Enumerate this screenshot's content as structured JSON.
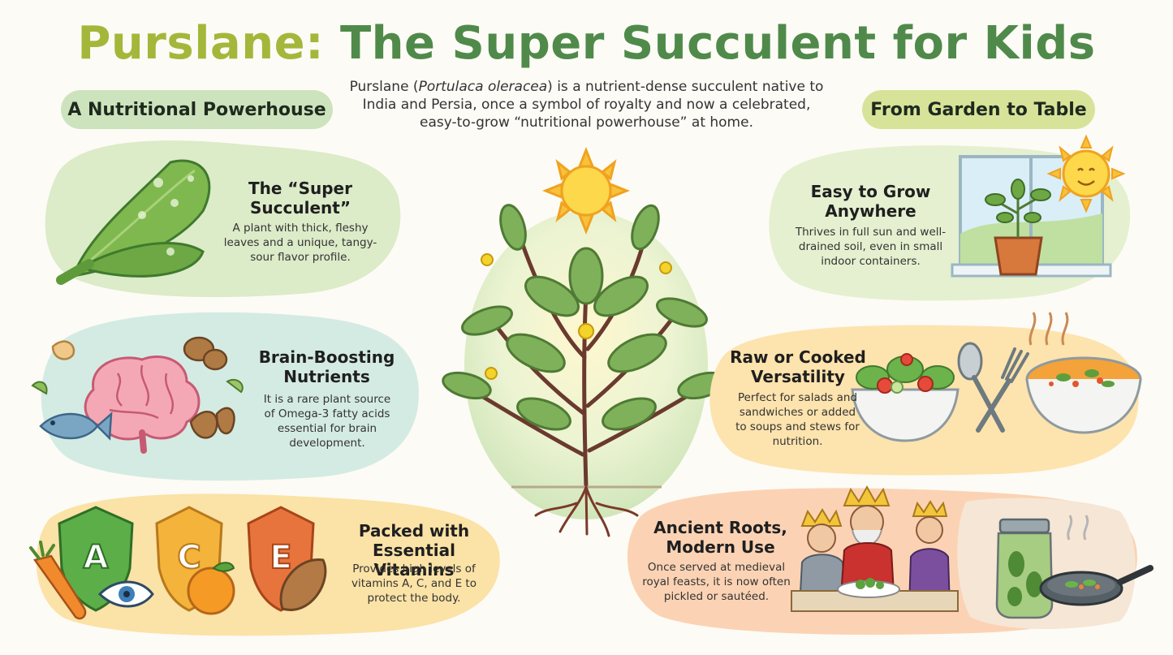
{
  "header": {
    "title_part1": "Purslane:",
    "title_part2": "The Super Succulent for Kids",
    "intro_before": "Purslane (",
    "intro_scientific": "Portulaca oleracea",
    "intro_after": ") is a nutrient-dense succulent native to India and Persia, once a symbol of royalty and now a celebrated, easy-to-grow “nutritional powerhouse” at home."
  },
  "left_column": {
    "label": "A Nutritional Powerhouse",
    "cards": [
      {
        "title": "The “Super Succulent”",
        "text": "A plant with thick, fleshy leaves and a unique, tangy-sour flavor profile."
      },
      {
        "title": "Brain-Boosting Nutrients",
        "text": "It is a rare plant source of Omega-3 fatty acids essential for brain development."
      },
      {
        "title": "Packed with Essential Vitamins",
        "text": "Provides high levels of vitamins A, C, and E to protect the body."
      }
    ],
    "vitamin_letters": [
      "A",
      "C",
      "E"
    ]
  },
  "right_column": {
    "label": "From Garden to Table",
    "cards": [
      {
        "title": "Easy to Grow Anywhere",
        "text": "Thrives in full sun and well-drained soil, even in small indoor containers."
      },
      {
        "title": "Raw or Cooked Versatility",
        "text": "Perfect for salads and sandwiches or added to soups and stews for nutrition."
      },
      {
        "title": "Ancient Roots, Modern Use",
        "text": "Once served at medieval royal feasts, it is now often pickled or sautéed."
      }
    ]
  },
  "colors": {
    "title_light": "#a3b83a",
    "title_dark": "#4f8a4a",
    "card1_bg": "#dcebc8",
    "card2_bg": "#d4ebe3",
    "card3_bg": "#fbe2a6",
    "card4_bg": "#e4f0cf",
    "card5_bg": "#fde3ad",
    "card6_bg": "#fbd3b4"
  },
  "icons": [
    "leaf-icon",
    "brain-icon",
    "fish-icon",
    "nut-icon",
    "shield-icon",
    "carrot-icon",
    "eye-icon",
    "orange-icon",
    "almond-icon",
    "sun-icon",
    "purslane-plant-icon",
    "window-icon",
    "potted-plant-icon",
    "salad-bowl-icon",
    "spoon-icon",
    "fork-icon",
    "soup-bowl-icon",
    "king-icon",
    "jar-icon",
    "frying-pan-icon"
  ]
}
